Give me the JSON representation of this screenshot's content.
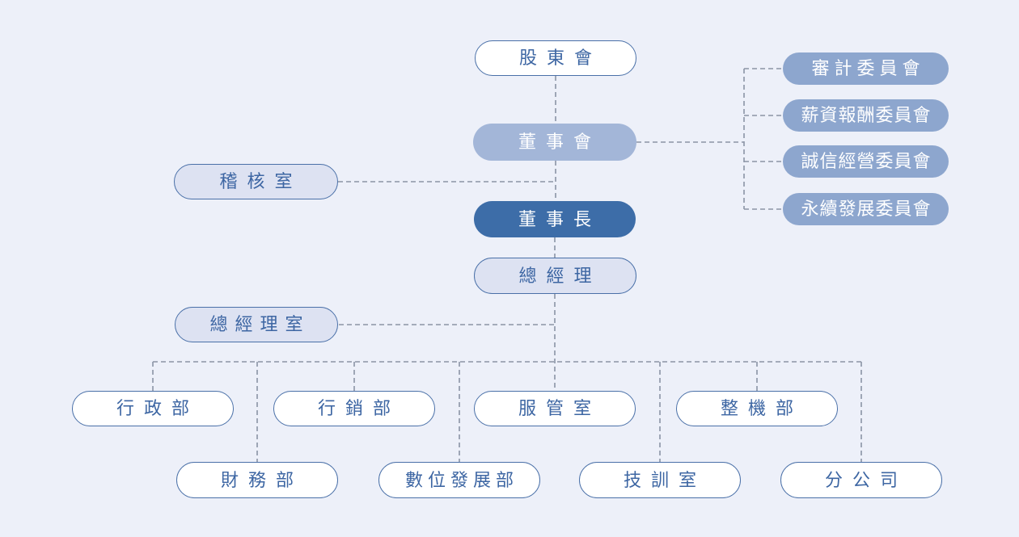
{
  "org": {
    "shareholders": {
      "label": "股東會"
    },
    "board": {
      "label": "董事會"
    },
    "audit_office": {
      "label": "稽核室"
    },
    "chairman": {
      "label": "董事長"
    },
    "president": {
      "label": "總經理"
    },
    "president_office": {
      "label": "總經理室"
    },
    "committees": [
      {
        "label": "審計委員會"
      },
      {
        "label": "薪資報酬委員會"
      },
      {
        "label": "誠信經營委員會"
      },
      {
        "label": "永續發展委員會"
      }
    ],
    "departments_row1": [
      {
        "label": "行政部"
      },
      {
        "label": "行銷部"
      },
      {
        "label": "服管室"
      },
      {
        "label": "整機部"
      }
    ],
    "departments_row2": [
      {
        "label": "財務部"
      },
      {
        "label": "數位發展部"
      },
      {
        "label": "技訓室"
      },
      {
        "label": "分公司"
      }
    ],
    "hierarchy": [
      {
        "parent": "股東會",
        "children": [
          "董事會"
        ]
      },
      {
        "parent": "董事會",
        "children": [
          "董事長",
          "稽核室",
          "審計委員會",
          "薪資報酬委員會",
          "誠信經營委員會",
          "永續發展委員會"
        ]
      },
      {
        "parent": "董事長",
        "children": [
          "總經理"
        ]
      },
      {
        "parent": "總經理",
        "children": [
          "總經理室",
          "行政部",
          "財務部",
          "行銷部",
          "數位發展部",
          "服管室",
          "技訓室",
          "整機部",
          "分公司"
        ]
      }
    ]
  },
  "colors": {
    "background": "#edf0f9",
    "node_dark_fill": "#3d6da8",
    "node_medium_fill": "#a3b6d8",
    "node_committee_fill": "#8da6ce",
    "node_light_fill": "#dde2f2",
    "node_border": "#4a70a8",
    "node_text_blue": "#3d66a3",
    "node_text_white": "#ffffff",
    "connector": "#8b94a6"
  }
}
